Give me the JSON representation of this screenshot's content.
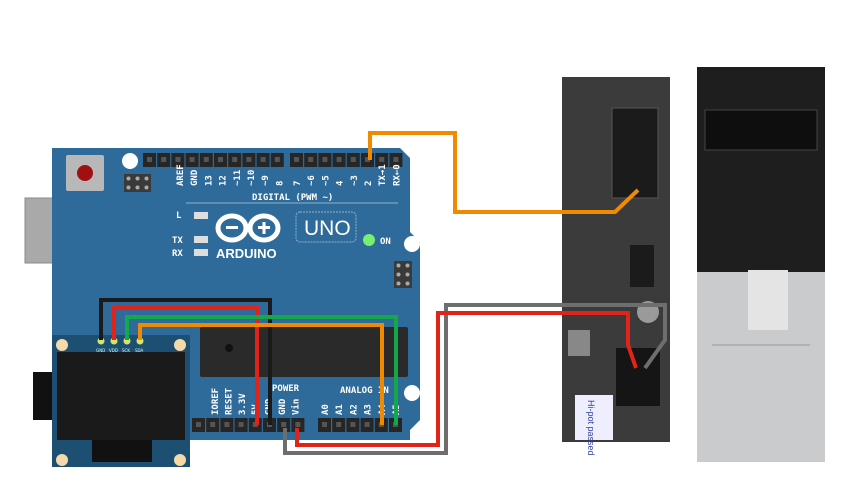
{
  "board": {
    "brand": "ARDUINO",
    "model": "UNO",
    "power_led_label": "ON",
    "led_labels": [
      "L",
      "TX",
      "RX"
    ],
    "digital_header_title": "DIGITAL (PWM ~)",
    "digital_pins_left": [
      "AREF",
      "GND",
      "13",
      "12",
      "~11",
      "~10",
      "~9",
      "8"
    ],
    "digital_pins_right": [
      "7",
      "~6",
      "~5",
      "4",
      "~3",
      "2",
      "TX→1",
      "RX←0"
    ],
    "power_header_title": "POWER",
    "power_pins": [
      "IOREF",
      "RESET",
      "3.3V",
      "5V",
      "GND",
      "GND",
      "Vin"
    ],
    "analog_header_title": "ANALOG IN",
    "analog_pins": [
      "A0",
      "A1",
      "A2",
      "A3",
      "A4",
      "A5"
    ]
  },
  "oled": {
    "pins": [
      "GND",
      "VDD",
      "SCK",
      "SDA"
    ]
  },
  "photo": {
    "sticker_text": "Hi-pot passed"
  },
  "colors": {
    "board": "#2f6b9a",
    "wire_orange": "#f08a00",
    "wire_red": "#e2231a",
    "wire_green": "#14a84a",
    "wire_black": "#1a1a1a",
    "wire_gray": "#6e6e6e"
  }
}
